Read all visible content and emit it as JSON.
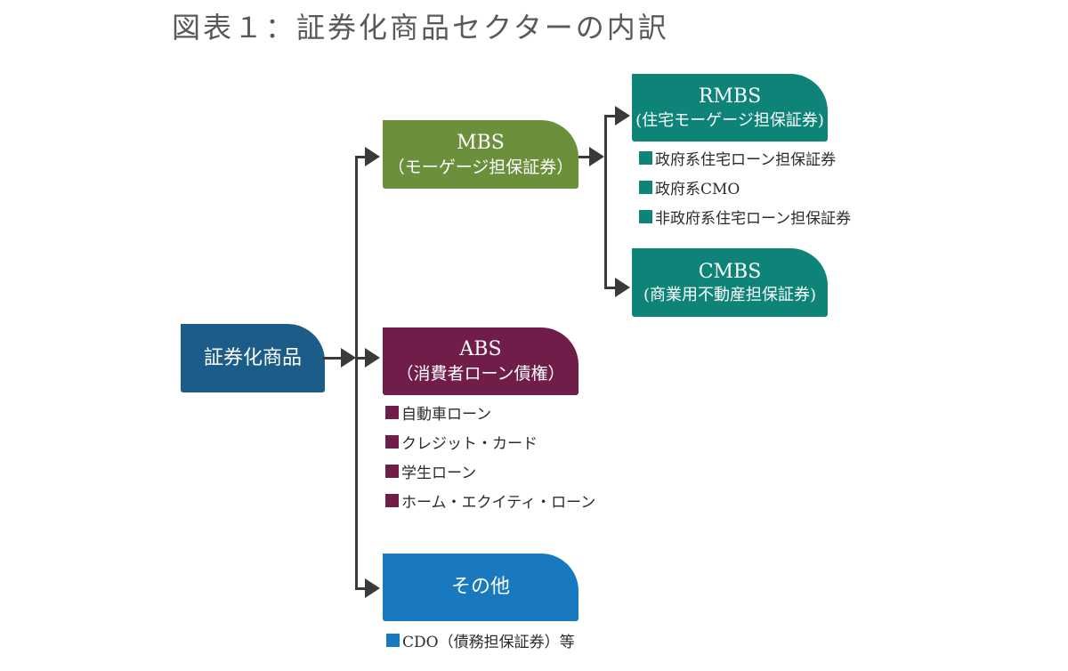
{
  "title": "図表１：証券化商品セクターの内訳",
  "colors": {
    "connector": "#3b3a39",
    "title_text": "#5a5858",
    "list_text": "#2b2b2b",
    "node_text": "#ffffff"
  },
  "nodes": {
    "root": {
      "label": "証券化商品",
      "color": "#1c5c88"
    },
    "mbs": {
      "title": "MBS",
      "subtitle": "（モーゲージ担保証券）",
      "color": "#6c8f3c"
    },
    "abs": {
      "title": "ABS",
      "subtitle": "（消費者ローン債権）",
      "color": "#701d4a"
    },
    "other": {
      "title": "その他",
      "color": "#1879bf"
    },
    "rmbs": {
      "title": "RMBS",
      "subtitle": "(住宅モーゲージ担保証券)",
      "color": "#0e8478"
    },
    "cmbs": {
      "title": "CMBS",
      "subtitle": "(商業用不動産担保証券)",
      "color": "#0e8478"
    }
  },
  "lists": {
    "rmbs": {
      "bullet_color": "#0e8478",
      "items": [
        "政府系住宅ローン担保証券",
        "政府系CMO",
        "非政府系住宅ローン担保証券"
      ]
    },
    "abs": {
      "bullet_color": "#701d4a",
      "items": [
        "自動車ローン",
        "クレジット・カード",
        "学生ローン",
        "ホーム・エクイティ・ローン"
      ]
    },
    "other": {
      "bullet_color": "#1879bf",
      "items": [
        "CDO（債務担保証券）等"
      ]
    }
  }
}
